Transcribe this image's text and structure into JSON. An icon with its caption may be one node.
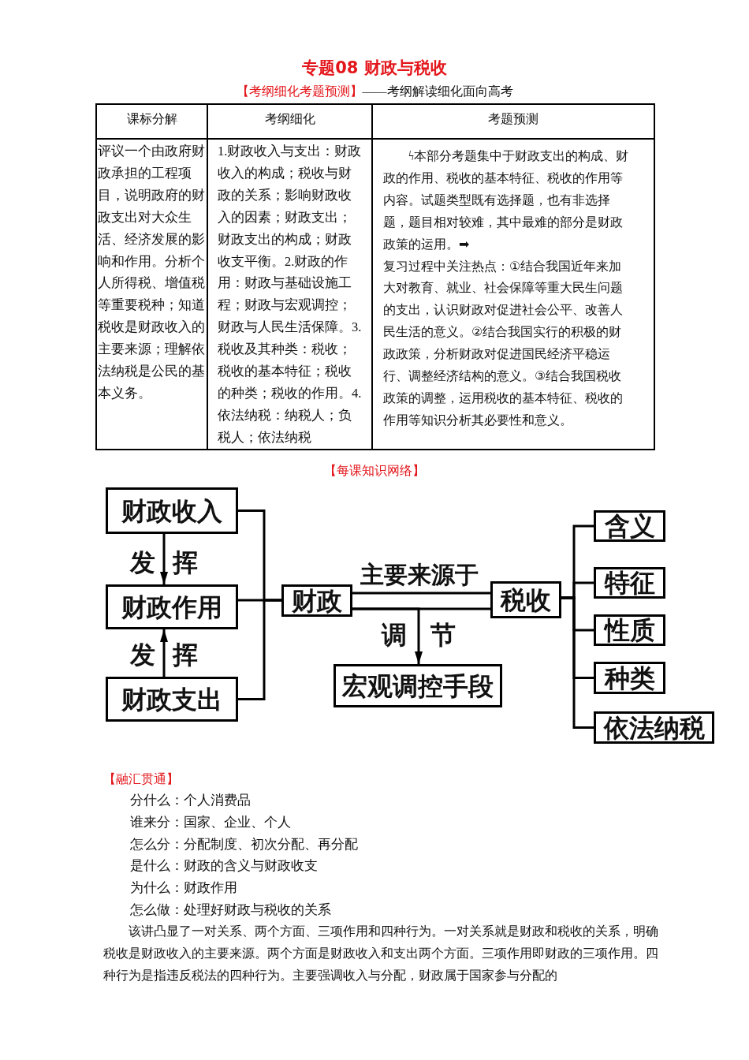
{
  "diagram": {
    "title": "专题08 财政与税收",
    "nodes": [
      {
        "text": [
          "财政收入"
        ]
      },
      {
        "text": [
          "财政作用"
        ]
      },
      {
        "text": [
          "财政支出"
        ]
      },
      {
        "text": [
          "财政"
        ]
      },
      {
        "text": [
          "税收"
        ]
      },
      {
        "text": [
          "宏观调控手段"
        ]
      },
      {
        "text": [
          "含义"
        ]
      },
      {
        "text": [
          "特征"
        ]
      },
      {
        "text": [
          "性质"
        ]
      },
      {
        "text": [
          "种类"
        ]
      },
      {
        "text": [
          "依法纳税"
        ]
      }
    ],
    "edges": [
      {
        "from": 0,
        "to": 1,
        "arrow": "to",
        "label": "发 挥"
      },
      {
        "from": 2,
        "to": 1,
        "arrow": "to",
        "label": "发 挥"
      },
      {
        "from": 0,
        "to": 3,
        "arrow": "none"
      },
      {
        "from": 1,
        "to": 3,
        "arrow": "none"
      },
      {
        "from": 2,
        "to": 3,
        "arrow": "none"
      },
      {
        "from": 3,
        "to": 4,
        "arrow": "none",
        "label": "主要来源于"
      },
      {
        "from": 3,
        "to": 5,
        "arrow": "to",
        "label": "调 节"
      },
      {
        "from": 4,
        "to": 6,
        "arrow": "none"
      },
      {
        "from": 4,
        "to": 7,
        "arrow": "none"
      },
      {
        "from": 4,
        "to": 8,
        "arrow": "none"
      },
      {
        "from": 4,
        "to": 9,
        "arrow": "none"
      },
      {
        "from": 4,
        "to": 10,
        "arrow": "none"
      }
    ],
    "labels": [
      "【考纲细化考题预测】",
      "——考纲解读细化面向高考",
      "课标分解",
      "考纲细化",
      "考题预测",
      "评议一个由政府财政承担的工程项目，说明政府的财政支出对大众生活、经济发展的影响和作用。分析个人所得税、增值税等重要税种；知道税收是财政收入的主要来源；理解依法纳税是公民的基本义务。",
      "1.财政收入与支出：财政收入的构成；税收与财政的关系；影响财政收入的因素；财政支出；财政支出的构成；财政收支平衡。2.财政的作用：财政与基础设施工程；财政与宏观调控；财政与人民生活保障。3.税收及其种类：税收；税收的基本特征；税收的种类；税收的作用。4.依法纳税：纳税人；负税人；依法纳税",
      "ϟ本部分考题集中于财政支出的构成、财政的作用、税收的基本特征、税收的作用等内容。试题类型既有选择题，也有非选择题，题目相对较难，其中最难的部分是财政政策的运用。➡",
      "复习过程中关注热点：①结合我国近年来加大对教育、就业、社会保障等重大民生问题的支出，认识财政对促进社会公平、改善人民生活的意义。②结合我国实行的积极的财政政策，分析财政对促进国民经济平稳运行、调整经济结构的意义。③结合我国税收政策的调整，运用税收的基本特征、税收的作用等知识分析其必要性和意义。",
      "【每课知识网络】",
      "【融汇贯通】",
      "分什么：个人消费品",
      "谁来分：国家、企业、个人",
      "怎么分：分配制度、初次分配、再分配",
      "是什么：财政的含义与财政收支",
      "为什么：财政作用",
      "怎么做：处理好财政与税收的关系",
      "该讲凸显了一对关系、两个方面、三项作用和四种行为。一对关系就是财政和税收的关系，明确税收是财政收入的主要来源。两个方面是财政收入和支出两个方面。三项作用即财政的三项作用。四种行为是指违反税法的四种行为。主要强调收入与分配，财政属于国家参与分配的"
    ]
  }
}
